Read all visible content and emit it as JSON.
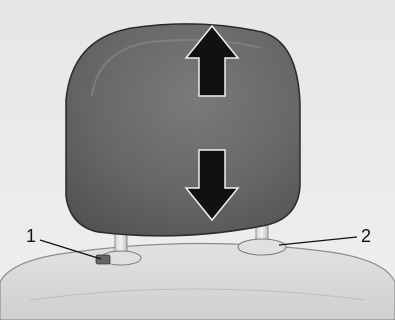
{
  "callouts": [
    {
      "label": "1"
    },
    {
      "label": "2"
    }
  ],
  "arrows": [
    {
      "direction": "up",
      "icon": "arrow-up-icon"
    },
    {
      "direction": "down",
      "icon": "arrow-down-icon"
    }
  ],
  "colors": {
    "background": "#e8e8e8",
    "headrest": "#6b6b6b",
    "arrow": "#111111",
    "seat": "#d6d6d6"
  }
}
